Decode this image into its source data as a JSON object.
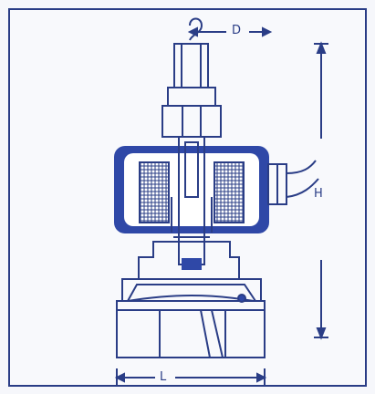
{
  "drawing": {
    "dimension_labels": {
      "D": "D",
      "H": "H",
      "L": "L"
    }
  },
  "colors": {
    "line": "#2a3d86",
    "coil_fill": "#2f48a7",
    "plunger_fill": "#2f48a7",
    "background": "#f8f9fc"
  }
}
